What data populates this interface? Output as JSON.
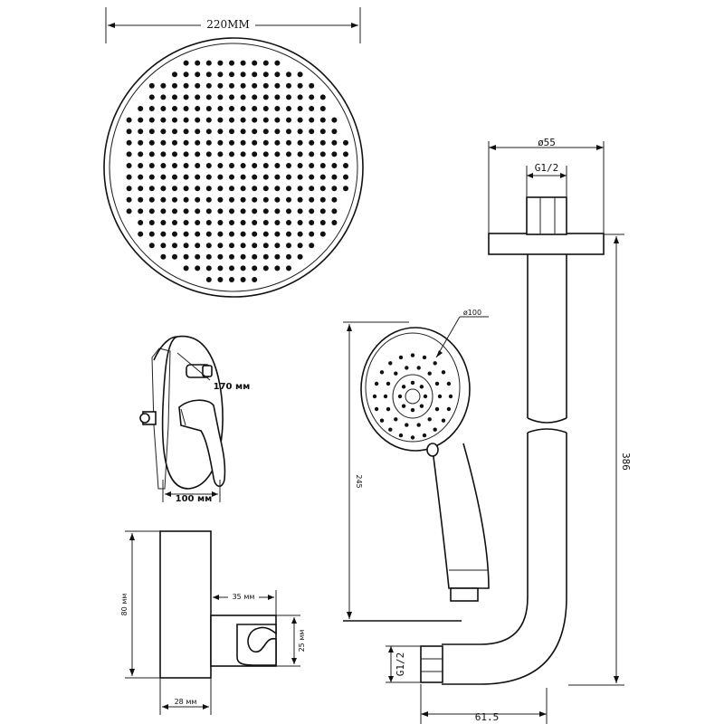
{
  "labels": {
    "head_width": "220MM",
    "ceiling_diameter": "ø55",
    "thread_top": "G1/2",
    "arm_height": "386",
    "arm_offset": "61.5",
    "thread_bottom": "G1/2",
    "hand_diameter": "ø100",
    "hand_length": "245",
    "mixer_height": "170 мм",
    "mixer_width": "100 мм",
    "holder_height": "80 мм",
    "holder_depth": "35 мм",
    "holder_slot": "25 мм",
    "holder_base": "28 мм"
  }
}
